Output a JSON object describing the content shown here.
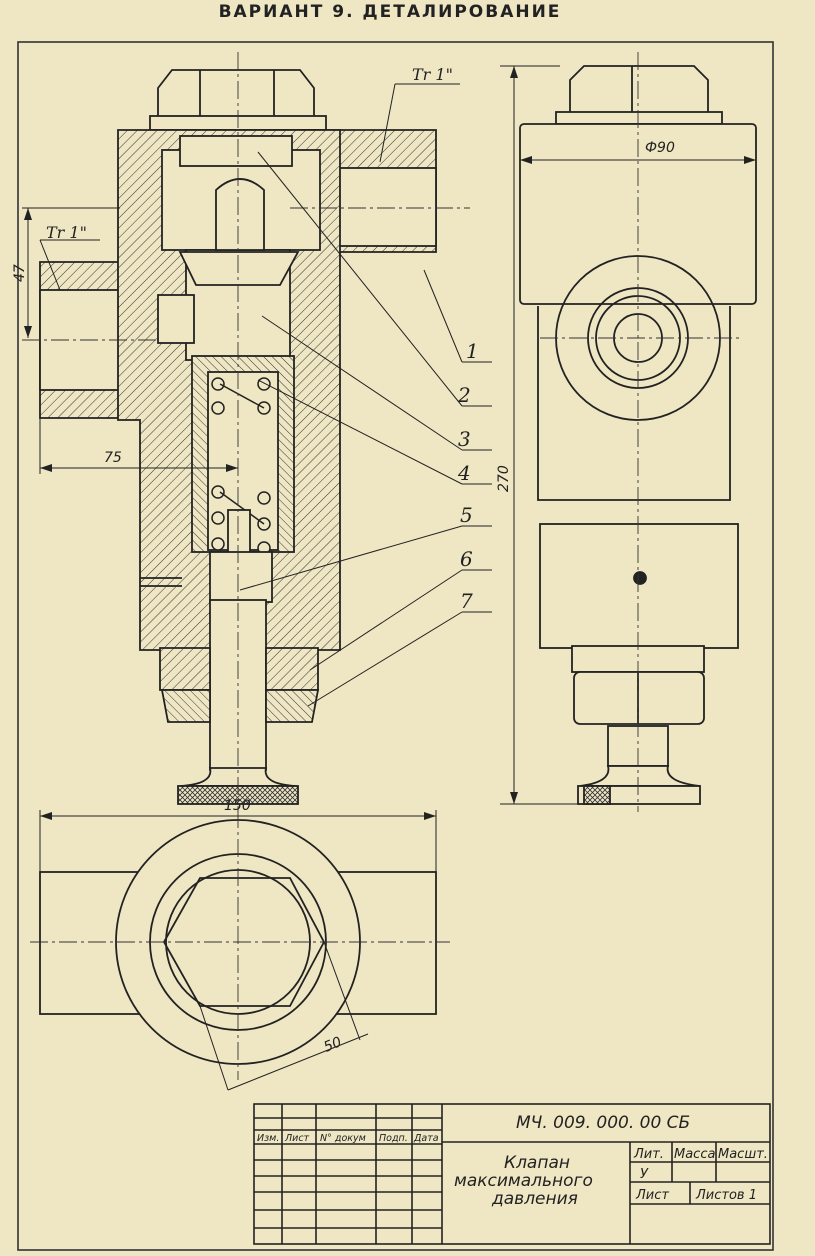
{
  "title": "ВАРИАНТ 9. ДЕТАЛИРОВАНИЕ",
  "thread_labels": [
    "Tr 1\"",
    "Tr 1\""
  ],
  "part_numbers": [
    "1",
    "2",
    "3",
    "4",
    "5",
    "6",
    "7"
  ],
  "dimensions": {
    "d47": "47",
    "d75": "75",
    "d270": "270",
    "d150": "150",
    "d50": "50",
    "phi90": "Ф90"
  },
  "title_block": {
    "headers": [
      "Изм.",
      "Лист",
      "N° докум",
      "Подп.",
      "Дата"
    ],
    "designation": "МЧ. 009. 000. 00 СБ",
    "name_lines": [
      "Клапан",
      "максимального",
      "давления"
    ],
    "lit": "Лит.",
    "mass": "Масса",
    "scale": "Масшт.",
    "lit_value": "У",
    "sheet": "Лист",
    "sheets": "Листов 1"
  }
}
